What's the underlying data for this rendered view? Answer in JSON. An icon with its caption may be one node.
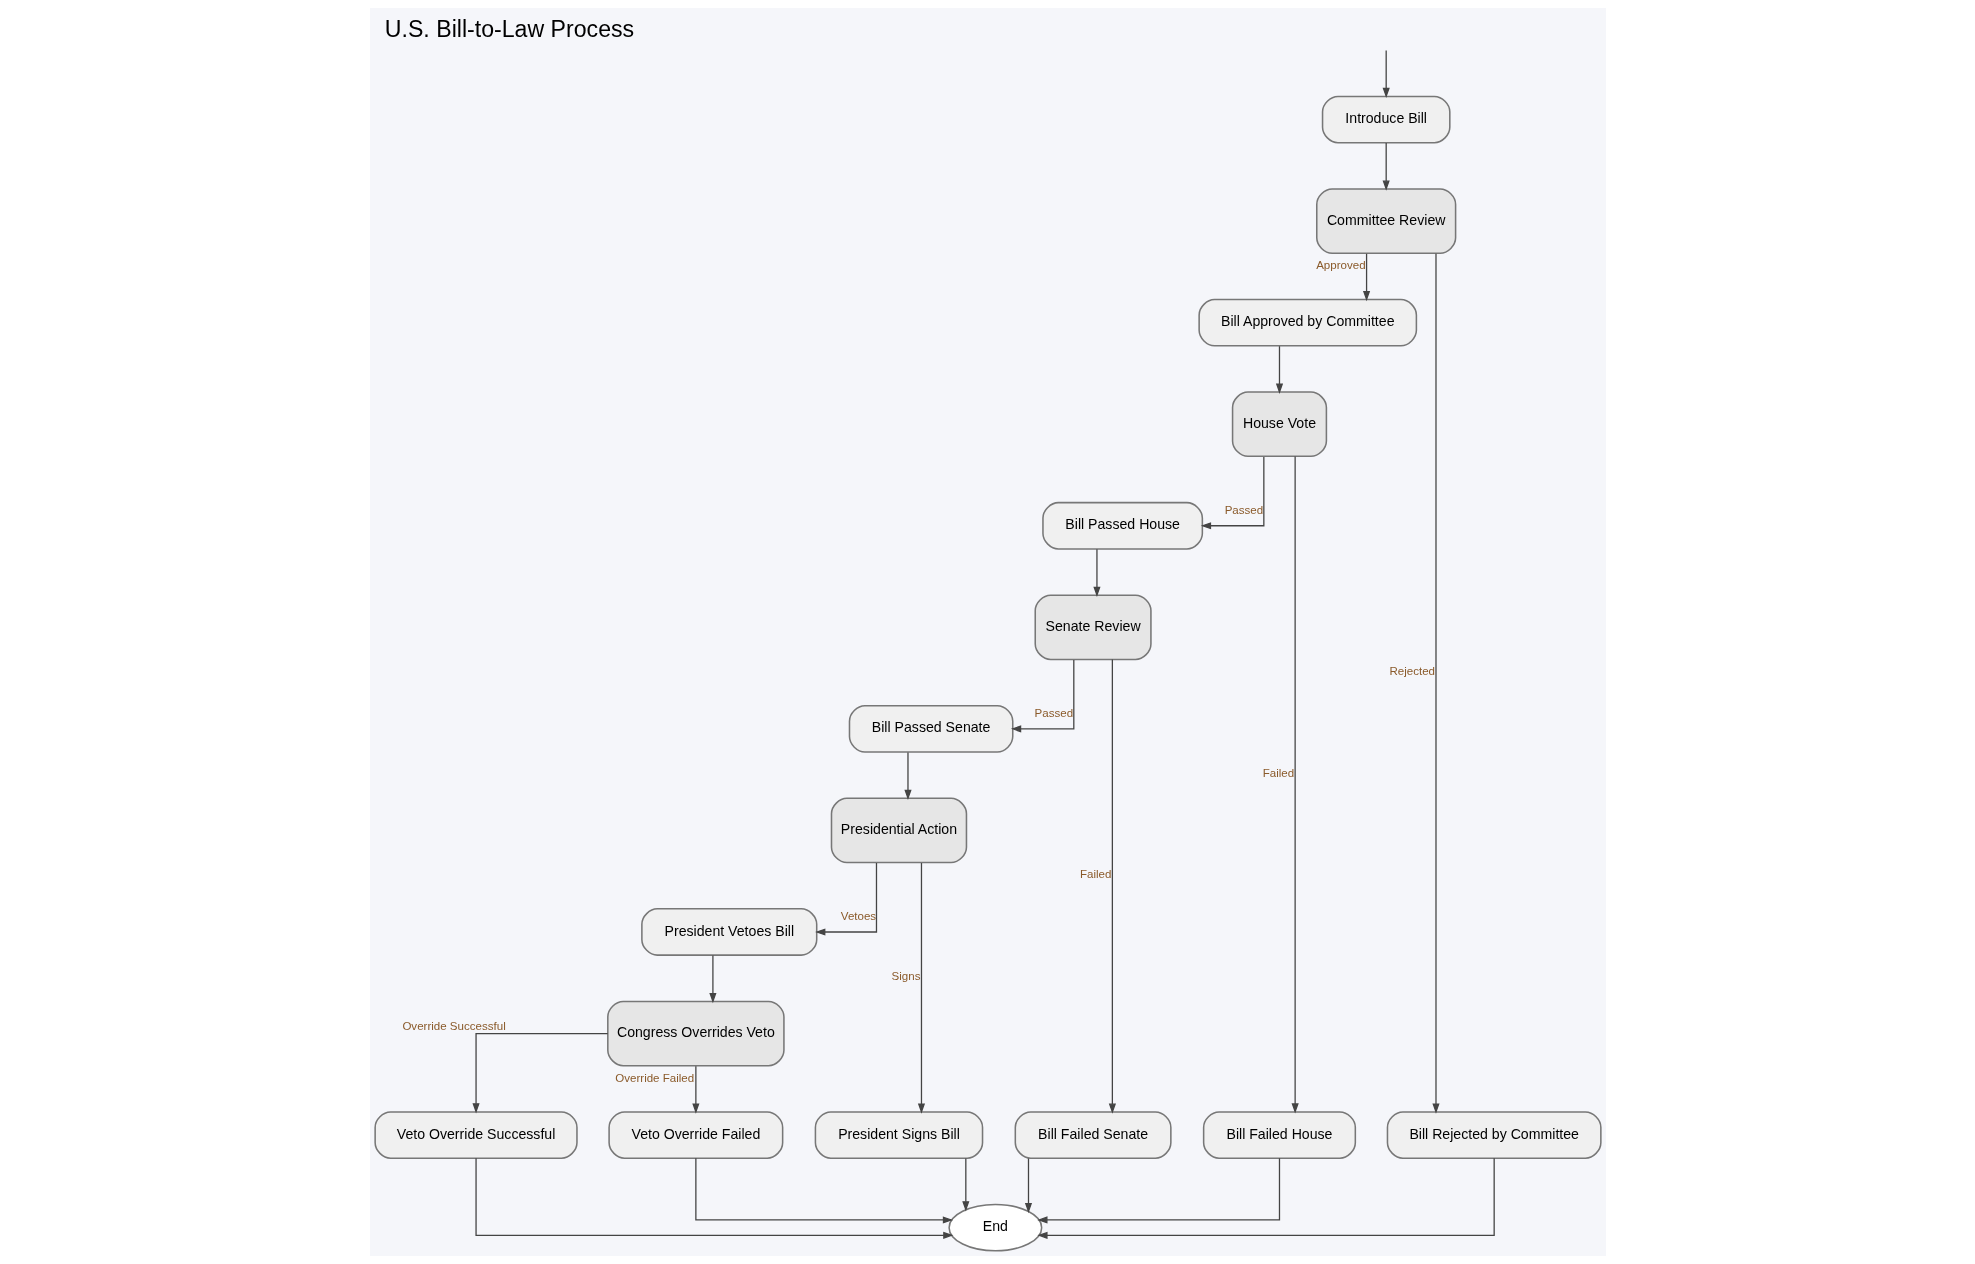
{
  "diagram": {
    "title": "U.S. Bill-to-Law Process",
    "nodes": [
      {
        "text": [
          "Introduce Bill"
        ]
      },
      {
        "text": [
          "Committee Review"
        ]
      },
      {
        "text": [
          "Bill Approved by Committee"
        ]
      },
      {
        "text": [
          "House Vote"
        ]
      },
      {
        "text": [
          "Bill Passed House"
        ]
      },
      {
        "text": [
          "Senate Review"
        ]
      },
      {
        "text": [
          "Bill Passed Senate"
        ]
      },
      {
        "text": [
          "Presidential Action"
        ]
      },
      {
        "text": [
          "President Vetoes Bill"
        ]
      },
      {
        "text": [
          "Congress Overrides Veto"
        ]
      },
      {
        "text": [
          "Bill Rejected by Committee"
        ]
      },
      {
        "text": [
          "Bill Failed House"
        ]
      },
      {
        "text": [
          "Bill Failed Senate"
        ]
      },
      {
        "text": [
          "President Signs Bill"
        ]
      },
      {
        "text": [
          "Veto Override Successful"
        ]
      },
      {
        "text": [
          "Veto Override Failed"
        ]
      },
      {
        "text": [
          "End"
        ]
      }
    ],
    "edges": [
      {
        "from": null,
        "to": 0,
        "arrow": "to"
      },
      {
        "from": 0,
        "to": 1,
        "arrow": "to"
      },
      {
        "from": 1,
        "to": 2,
        "arrow": "to",
        "label": "Approved"
      },
      {
        "from": 1,
        "to": 10,
        "arrow": "to",
        "label": "Rejected"
      },
      {
        "from": 2,
        "to": 3,
        "arrow": "to"
      },
      {
        "from": 3,
        "to": 4,
        "arrow": "to",
        "label": "Passed"
      },
      {
        "from": 3,
        "to": 11,
        "arrow": "to",
        "label": "Failed"
      },
      {
        "from": 4,
        "to": 5,
        "arrow": "to"
      },
      {
        "from": 5,
        "to": 6,
        "arrow": "to",
        "label": "Passed"
      },
      {
        "from": 5,
        "to": 12,
        "arrow": "to",
        "label": "Failed"
      },
      {
        "from": 6,
        "to": 7,
        "arrow": "to"
      },
      {
        "from": 7,
        "to": 8,
        "arrow": "to",
        "label": "Vetoes"
      },
      {
        "from": 7,
        "to": 13,
        "arrow": "to",
        "label": "Signs"
      },
      {
        "from": 8,
        "to": 9,
        "arrow": "to"
      },
      {
        "from": 9,
        "to": 14,
        "arrow": "to",
        "label": "Override Successful"
      },
      {
        "from": 9,
        "to": 15,
        "arrow": "to",
        "label": "Override Failed"
      },
      {
        "from": 10,
        "to": 16,
        "arrow": "to"
      },
      {
        "from": 11,
        "to": 16,
        "arrow": "to"
      },
      {
        "from": 12,
        "to": 16,
        "arrow": "to"
      },
      {
        "from": 13,
        "to": 16,
        "arrow": "to"
      },
      {
        "from": 14,
        "to": 16,
        "arrow": "to"
      },
      {
        "from": 15,
        "to": 16,
        "arrow": "to"
      }
    ]
  }
}
